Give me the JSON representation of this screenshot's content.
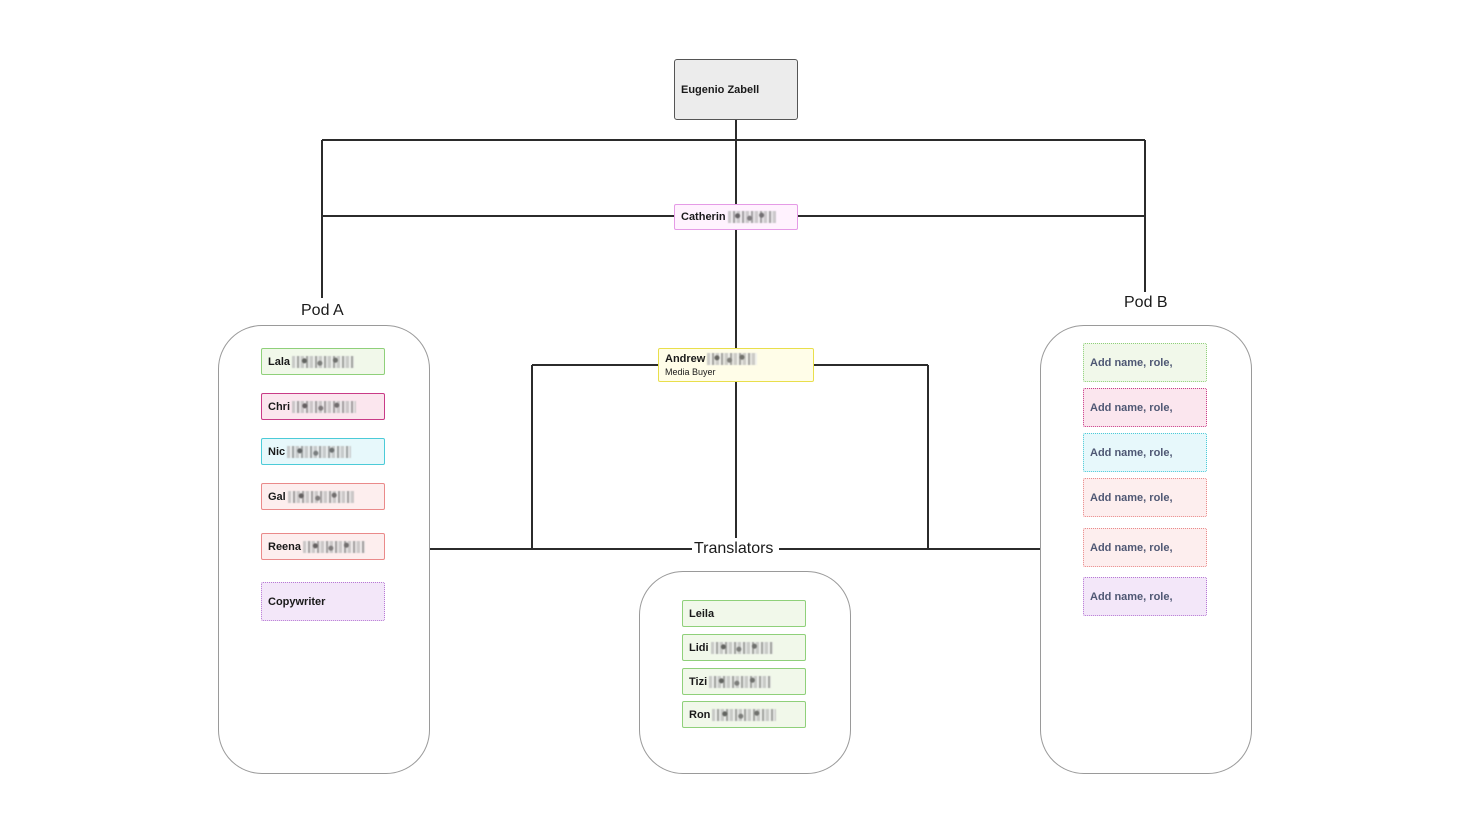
{
  "colors": {
    "line": "#2b2b2b",
    "pod_border": "#9a9a9a",
    "green_fill": "#f1f8ea",
    "green_border": "#8fd07a",
    "pink_fill": "#fbe6ee",
    "pink_border": "#c93b87",
    "cyan_fill": "#e7f8fb",
    "cyan_border": "#4ccbd8",
    "salmon_fill": "#fdeeee",
    "salmon_border": "#ea8a8a",
    "purple_fill": "#f3e7f9",
    "purple_border": "#b779d5",
    "yellow_fill": "#fffde8",
    "yellow_border": "#e9df4c",
    "magenta_fill": "#fff2fe",
    "magenta_border": "#e59be6",
    "grey_fill": "#ececec",
    "grey_border": "#555555"
  },
  "top": {
    "name": "Eugenio Zabell"
  },
  "second": {
    "name": "Catherin"
  },
  "third": {
    "name": "Andrew",
    "role": "Media Buyer"
  },
  "pod_a": {
    "label": "Pod A",
    "members": [
      {
        "name": "Lala",
        "color": "green"
      },
      {
        "name": "Chri",
        "color": "pink"
      },
      {
        "name": "Nic",
        "color": "cyan"
      },
      {
        "name": "Gal",
        "color": "salmon"
      },
      {
        "name": "Reena",
        "color": "salmon"
      },
      {
        "name": "Copywriter",
        "color": "purple"
      }
    ]
  },
  "translators": {
    "label": "Translators",
    "members": [
      {
        "name": "Leila"
      },
      {
        "name": "Lidi"
      },
      {
        "name": "Tizi"
      },
      {
        "name": "Ron"
      }
    ]
  },
  "pod_b": {
    "label": "Pod B",
    "members": [
      {
        "text": "Add name, role,",
        "color": "green"
      },
      {
        "text": "Add name, role,",
        "color": "pink"
      },
      {
        "text": "Add name, role,",
        "color": "cyan"
      },
      {
        "text": "Add name, role,",
        "color": "salmon"
      },
      {
        "text": "Add name, role,",
        "color": "salmon"
      },
      {
        "text": "Add name, role,",
        "color": "purple"
      }
    ]
  }
}
